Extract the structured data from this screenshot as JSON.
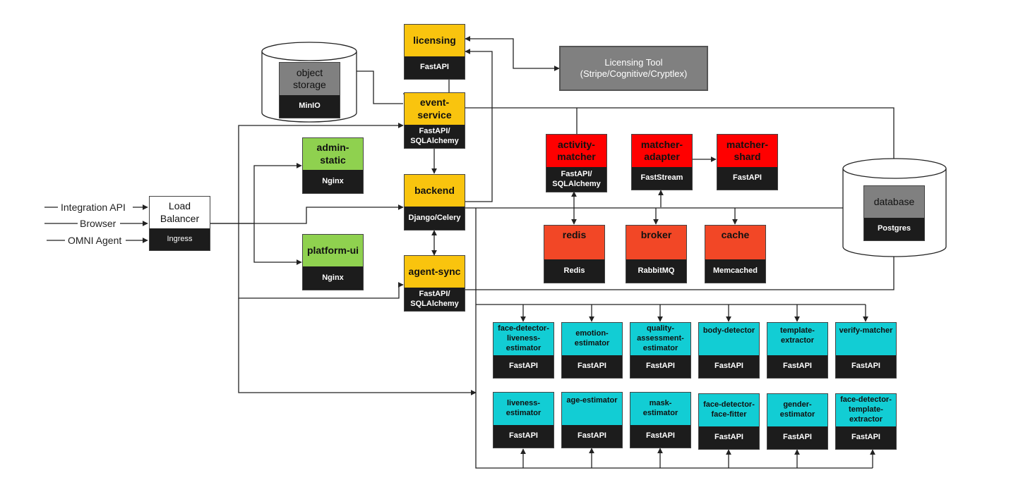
{
  "entry_points": [
    "Integration API",
    "Browser",
    "OMNI Agent"
  ],
  "load_balancer": {
    "title": "Load Balancer",
    "tech": "Ingress"
  },
  "object_storage": {
    "title": "object storage",
    "tech": "MinIO"
  },
  "database": {
    "title": "database",
    "tech": "Postgres"
  },
  "licensing_tool": {
    "line1": "Licensing Tool",
    "line2": "(Stripe/Cognitive/Cryptlex)"
  },
  "services": {
    "licensing": {
      "title": "licensing",
      "tech": "FastAPI"
    },
    "event_service": {
      "title": "event-service",
      "tech": "FastAPI/ SQLAlchemy"
    },
    "backend": {
      "title": "backend",
      "tech": "Django/Celery"
    },
    "agent_sync": {
      "title": "agent-sync",
      "tech": "FastAPI/ SQLAlchemy"
    },
    "admin_static": {
      "title": "admin-static",
      "tech": "Nginx"
    },
    "platform_ui": {
      "title": "platform-ui",
      "tech": "Nginx"
    },
    "activity_matcher": {
      "title": "activity-matcher",
      "tech": "FastAPI/ SQLAlchemy"
    },
    "matcher_adapter": {
      "title": "matcher-adapter",
      "tech": "FastStream"
    },
    "matcher_shard": {
      "title": "matcher-shard",
      "tech": "FastAPI"
    },
    "redis": {
      "title": "redis",
      "tech": "Redis"
    },
    "broker": {
      "title": "broker",
      "tech": "RabbitMQ"
    },
    "cache": {
      "title": "cache",
      "tech": "Memcached"
    }
  },
  "estimators_row1": [
    {
      "title": "face-detector-liveness-estimator",
      "tech": "FastAPI"
    },
    {
      "title": "emotion-estimator",
      "tech": "FastAPI"
    },
    {
      "title": "quality-assessment-estimator",
      "tech": "FastAPI"
    },
    {
      "title": "body-detector",
      "tech": "FastAPI"
    },
    {
      "title": "template-extractor",
      "tech": "FastAPI"
    },
    {
      "title": "verify-matcher",
      "tech": "FastAPI"
    }
  ],
  "estimators_row2": [
    {
      "title": "liveness-estimator",
      "tech": "FastAPI"
    },
    {
      "title": "age-estimator",
      "tech": "FastAPI"
    },
    {
      "title": "mask-estimator",
      "tech": "FastAPI"
    },
    {
      "title": "face-detector-face-fitter",
      "tech": "FastAPI"
    },
    {
      "title": "gender-estimator",
      "tech": "FastAPI"
    },
    {
      "title": "face-detector-template-extractor",
      "tech": "FastAPI"
    }
  ],
  "colors": {
    "service": "#f9c40e",
    "frontend": "#8fd14f",
    "matcher": "#ff0000",
    "infra": "#f24726",
    "estimator": "#12cdd4",
    "storage": "#808080",
    "footer": "#1c1c1c"
  }
}
